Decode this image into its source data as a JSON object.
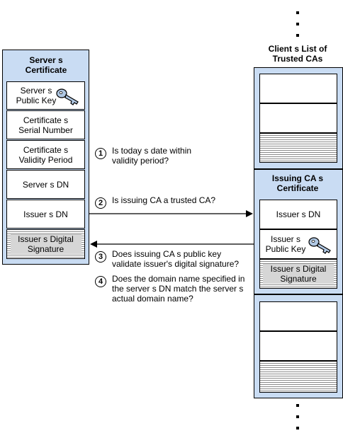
{
  "server_certificate": {
    "title": "Server s Certificate",
    "public_key": "Server s Public Key",
    "serial_number": "Certificate s Serial Number",
    "validity_period": "Certificate s Validity Period",
    "server_dn": "Server s DN",
    "issuer_dn": "Issuer s DN",
    "issuer_signature": "Issuer s Digital Signature"
  },
  "client_list": {
    "title": "Client s List of Trusted CAs",
    "issuing_ca": {
      "title": "Issuing CA s Certificate",
      "issuer_dn": "Issuer s DN",
      "public_key": "Issuer s Public Key",
      "issuer_signature": "Issuer s Digital Signature"
    }
  },
  "steps": [
    {
      "number": "1",
      "text": "Is today s date within validity period?"
    },
    {
      "number": "2",
      "text": "Is issuing CA a trusted CA?"
    },
    {
      "number": "3",
      "text": "Does issuing CA s public key validate issuer's digital signature?"
    },
    {
      "number": "4",
      "text": "Does the domain name specified in the server s DN match the server s actual domain name?"
    }
  ],
  "icons": {
    "key": "key-icon"
  }
}
